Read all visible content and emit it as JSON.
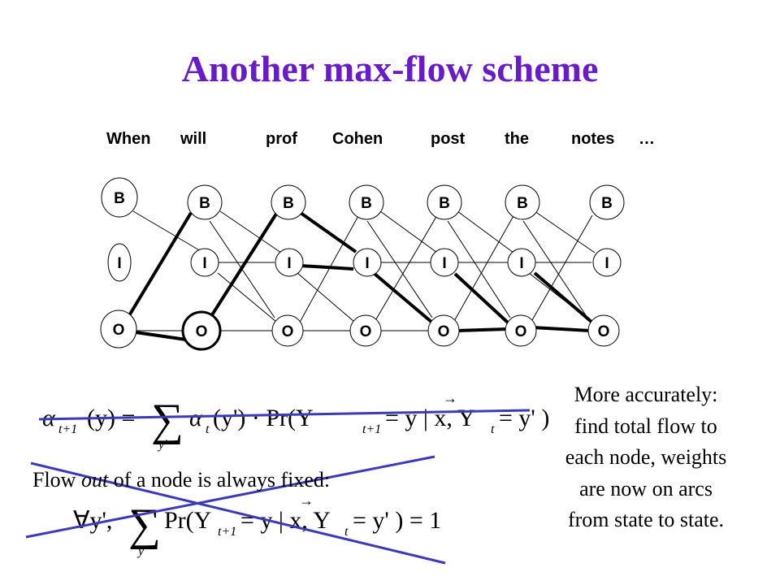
{
  "title": "Another max-flow scheme",
  "words": [
    "When",
    "will",
    "prof",
    "Cohen",
    "post",
    "the",
    "notes",
    "…"
  ],
  "states": [
    "B",
    "I",
    "O"
  ],
  "colors": {
    "title": "#6a1bc8",
    "strike": "#3b3bb8",
    "edge": "#000000"
  },
  "right_text": [
    "More accurately:",
    "find total flow to",
    "each node, weights",
    "are now on arcs",
    "from state to state."
  ],
  "flow_out": {
    "prefix": "Flow ",
    "emph": "out",
    "suffix": " of a node is always fixed:"
  },
  "formula_1": {
    "lhs": "α",
    "lhs_sub": "t+1",
    "lhs_arg": "(y) =",
    "sum_sub": "y'",
    "term": "α",
    "term_sub": "t",
    "term_arg": "(y') · Pr(Y",
    "term_sub2": "t+1",
    "term_rest": "= y | x, Y",
    "term_sub3": "t",
    "term_end": "= y' )"
  },
  "formula_2": {
    "pre": "∀y',",
    "sum_sub": "y",
    "term": "Pr(Y",
    "term_sub": "t+1",
    "term_mid": "= y | x, Y",
    "term_sub2": "t",
    "term_end": "= y' ) = 1"
  }
}
